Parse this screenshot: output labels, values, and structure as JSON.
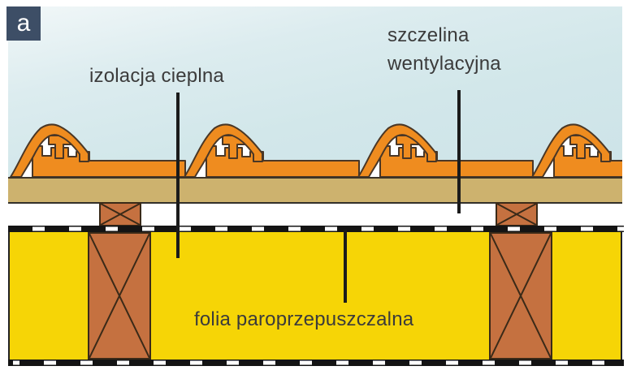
{
  "badge": {
    "label": "a"
  },
  "labels": {
    "thermal_insulation": "izolacja cieplna",
    "ventilation_gap": {
      "line1": "szczelina",
      "line2": "wentylacyjna"
    },
    "vapour_membrane": "folia paroprzepuszczalna"
  },
  "colors": {
    "tile_orange": "#ef8c1f",
    "wood_tan": "#cdb26e",
    "timber_brown": "#c57140",
    "insulation_yellow": "#f6d506",
    "sky_blue": "#d2e7ea",
    "badge_bg": "#3d4e66",
    "label_color": "#3b3b3b"
  }
}
